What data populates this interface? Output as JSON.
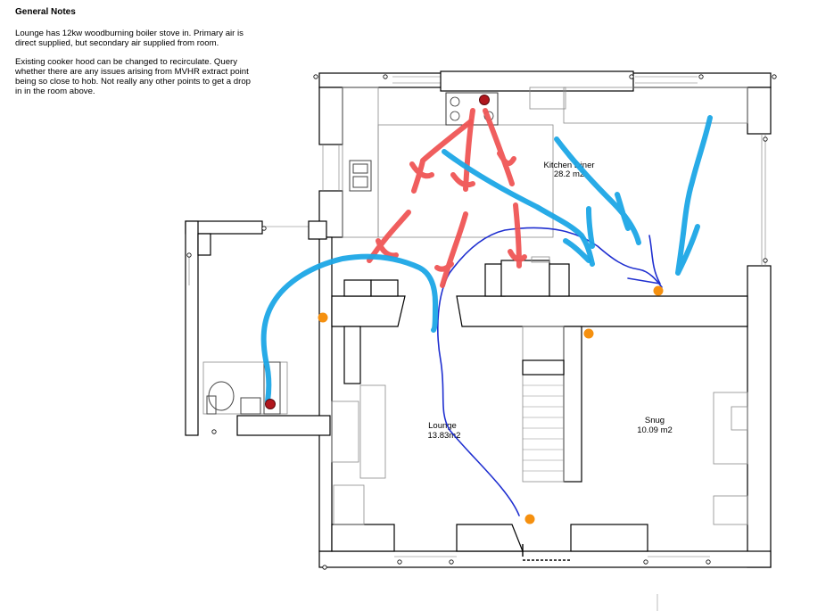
{
  "notes": {
    "heading": "General Notes",
    "para1_line1": "Lounge has 12kw woodburning boiler stove in. Primary air is",
    "para1_line2": "direct supplied, but secondary air supplied from room.",
    "para2_line1": "Existing cooker hood can be changed to recirculate. Query",
    "para2_line2": "whether there are any issues arising from MVHR extract point",
    "para2_line3": "being so close to hob. Not really any other points to get a drop",
    "para2_line4": "in in the room above."
  },
  "rooms": {
    "kitchen_name": "Kitchen Diner",
    "kitchen_area": "28.2 m2",
    "lounge_name": "Lounge",
    "lounge_area": "13.83m2",
    "snug_name": "Snug",
    "snug_area": "10.09 m2"
  },
  "colors": {
    "extract_arrow": "#ef5555",
    "supply_arrow": "#1ca6e6",
    "air_path_line": "#1f2fd0",
    "supply_point": "#f5900f",
    "extract_point": "#b0161d"
  },
  "markers": [
    {
      "name": "extract-point-hob",
      "type": "extract"
    },
    {
      "name": "extract-point-bathroom",
      "type": "extract"
    },
    {
      "name": "supply-point-kitchen",
      "type": "supply"
    },
    {
      "name": "supply-point-lounge-west",
      "type": "supply"
    },
    {
      "name": "supply-point-lounge-east",
      "type": "supply"
    },
    {
      "name": "supply-point-lounge-south",
      "type": "supply"
    }
  ]
}
